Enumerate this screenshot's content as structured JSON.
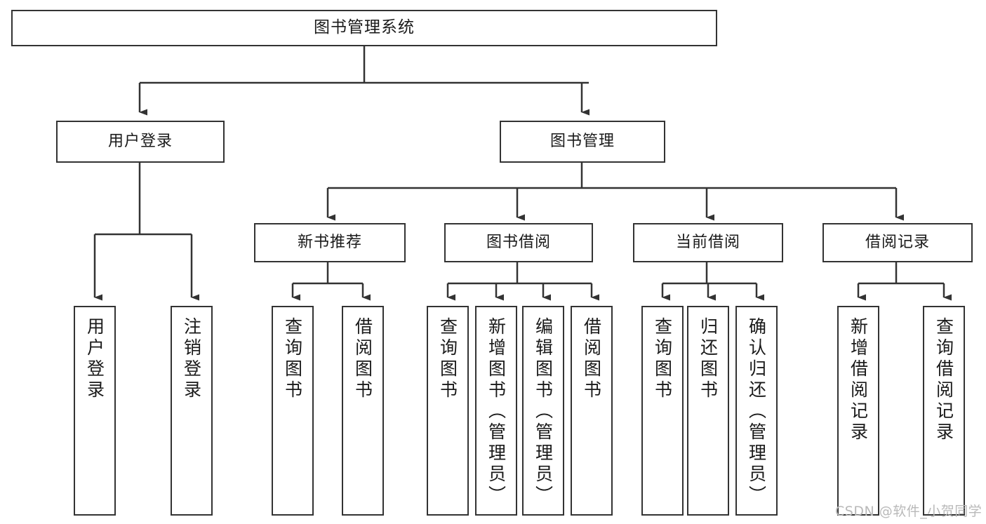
{
  "diagram": {
    "type": "tree-hierarchy",
    "title": "图书管理系统",
    "root": {
      "label": "图书管理系统"
    },
    "level2": [
      {
        "label": "用户登录"
      },
      {
        "label": "图书管理"
      }
    ],
    "level3": [
      {
        "label": "新书推荐"
      },
      {
        "label": "图书借阅"
      },
      {
        "label": "当前借阅"
      },
      {
        "label": "借阅记录"
      }
    ],
    "leaves": {
      "user_login": [
        {
          "label": "用户登录"
        },
        {
          "label": "注销登录"
        }
      ],
      "new_book_recommend": [
        {
          "label": "查询图书"
        },
        {
          "label": "借阅图书"
        }
      ],
      "book_borrow": [
        {
          "label": "查询图书"
        },
        {
          "label": "新增图书（管理员）"
        },
        {
          "label": "编辑图书（管理员）"
        },
        {
          "label": "借阅图书"
        }
      ],
      "current_borrow": [
        {
          "label": "查询图书"
        },
        {
          "label": "归还图书"
        },
        {
          "label": "确认归还（管理员）"
        }
      ],
      "borrow_record": [
        {
          "label": "新增借阅记录"
        },
        {
          "label": "查询借阅记录"
        }
      ]
    }
  },
  "watermark": {
    "text": "CSDN @软件_小贺同学"
  },
  "colors": {
    "stroke": "#333333",
    "box_fill": "#ffffff",
    "text": "#1a1a1a",
    "watermark": "#b9b9b9"
  }
}
